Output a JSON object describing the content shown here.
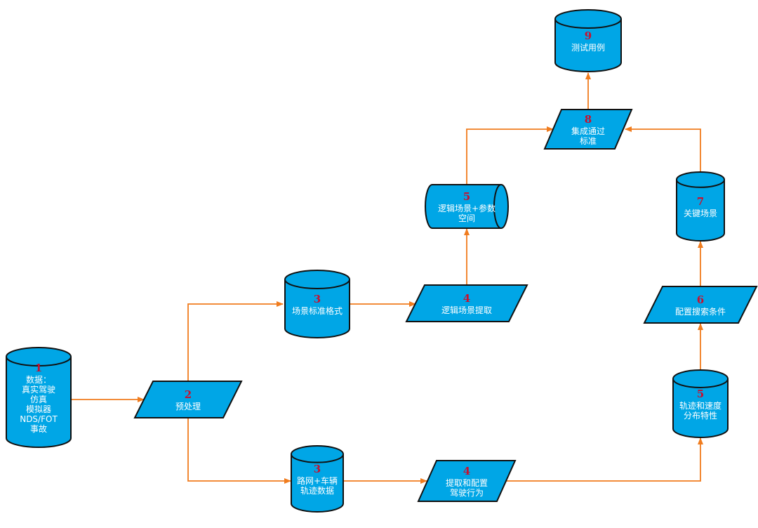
{
  "colors": {
    "node_fill": "#00a6e6",
    "node_stroke": "#111111",
    "edge": "#f07c1e",
    "number": "#c8102e",
    "label": "#ffffff"
  },
  "nodes": {
    "data_sources": {
      "num": "1",
      "lines": [
        "数据：",
        "真实驾驶",
        "仿真",
        "模拟器",
        "NDS/FOT",
        "事故"
      ],
      "shape": "cylinder"
    },
    "preprocess": {
      "num": "2",
      "lines": [
        "预处理"
      ],
      "shape": "parallelogram"
    },
    "scenario_format": {
      "num": "3",
      "lines": [
        "场景标准格式"
      ],
      "shape": "cylinder"
    },
    "road_traj_data": {
      "num": "3",
      "lines": [
        "路网+车辆",
        "轨迹数据"
      ],
      "shape": "cylinder"
    },
    "logic_extract": {
      "num": "4",
      "lines": [
        "逻辑场景提取"
      ],
      "shape": "parallelogram"
    },
    "extract_config": {
      "num": "4",
      "lines": [
        "提取和配置",
        "驾驶行为"
      ],
      "shape": "parallelogram"
    },
    "logic_param_space": {
      "num": "5",
      "lines": [
        "逻辑场景+参数",
        "空间"
      ],
      "shape": "horizontal-cylinder"
    },
    "traj_speed_dist": {
      "num": "5",
      "lines": [
        "轨迹和速度",
        "分布特性"
      ],
      "shape": "cylinder"
    },
    "search_config": {
      "num": "6",
      "lines": [
        "配置搜索条件"
      ],
      "shape": "parallelogram"
    },
    "key_scenario": {
      "num": "7",
      "lines": [
        "关键场景"
      ],
      "shape": "cylinder"
    },
    "integration": {
      "num": "8",
      "lines": [
        "集成通过",
        "标准"
      ],
      "shape": "parallelogram"
    },
    "test_cases": {
      "num": "9",
      "lines": [
        "测试用例"
      ],
      "shape": "cylinder"
    }
  },
  "edges": [
    [
      "data_sources",
      "preprocess"
    ],
    [
      "preprocess",
      "scenario_format"
    ],
    [
      "preprocess",
      "road_traj_data"
    ],
    [
      "scenario_format",
      "logic_extract"
    ],
    [
      "logic_extract",
      "logic_param_space"
    ],
    [
      "logic_param_space",
      "integration"
    ],
    [
      "road_traj_data",
      "extract_config"
    ],
    [
      "extract_config",
      "traj_speed_dist"
    ],
    [
      "traj_speed_dist",
      "search_config"
    ],
    [
      "search_config",
      "key_scenario"
    ],
    [
      "key_scenario",
      "integration"
    ],
    [
      "integration",
      "test_cases"
    ]
  ]
}
